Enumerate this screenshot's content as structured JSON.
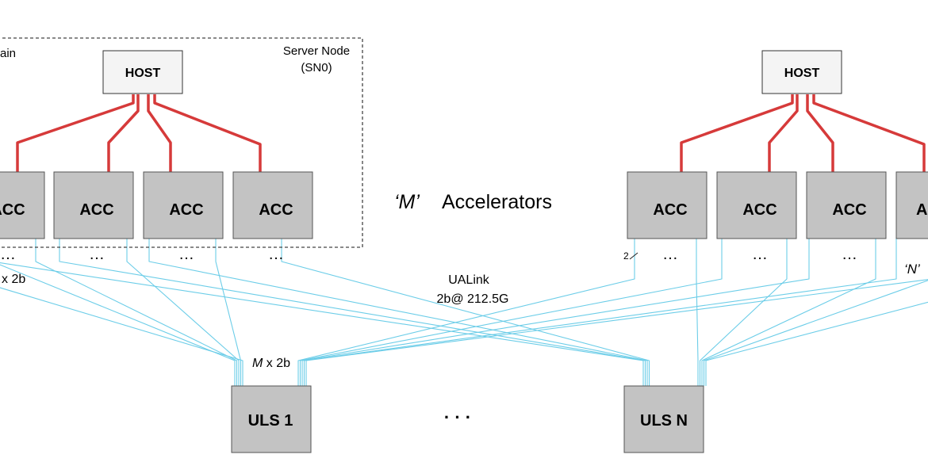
{
  "left_node": {
    "domain_label": "ain",
    "server_node_label": "Server Node",
    "server_node_id": "(SN0)",
    "host_label": "HOST",
    "acc_labels": [
      "ACC",
      "ACC",
      "ACC",
      "ACC"
    ],
    "link_width_label": "x 2b"
  },
  "right_node": {
    "host_label": "HOST",
    "acc_labels": [
      "ACC",
      "ACC",
      "ACC",
      "A"
    ],
    "lane_tick_label": "2",
    "n_label": "‘N’"
  },
  "accelerators_label": {
    "m_label": "‘M’",
    "text": "Accelerators"
  },
  "ualink_label": {
    "line1": "UALink",
    "line2": "2b@ 212.5G"
  },
  "switch_link_label": {
    "m": "M",
    "rest": " x 2b"
  },
  "switches": {
    "first_label": "ULS 1",
    "last_label": "ULS N",
    "ellipsis": "· · ·"
  },
  "ellipsis_glyph": "…",
  "colors": {
    "box_fill": "#c3c3c3",
    "host_fill": "#f4f4f4",
    "host_link": "#d63a3a",
    "ualink_lines": "#6ccde8",
    "border": "#333333"
  }
}
